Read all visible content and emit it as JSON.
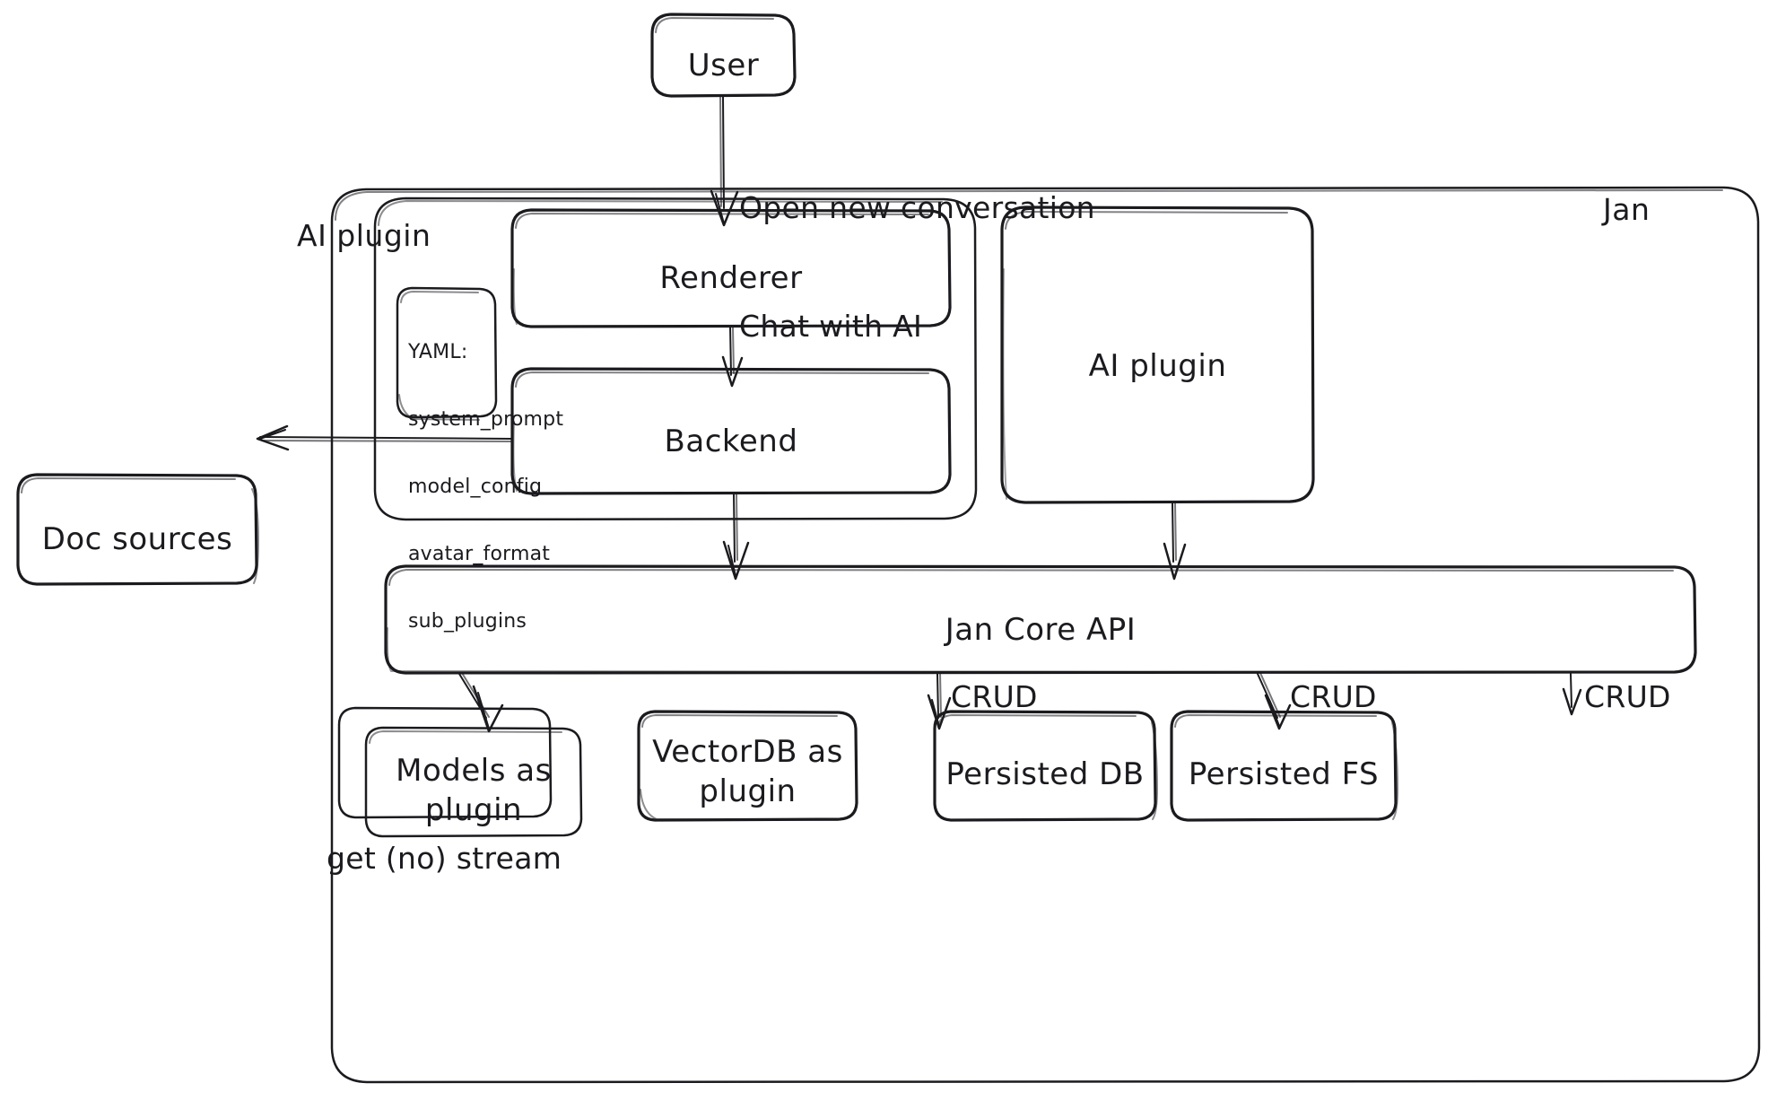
{
  "diagram": {
    "type": "architecture-flowchart",
    "style": "hand-drawn",
    "stroke_color": "#1b1b1f",
    "background_color": "#ffffff"
  },
  "groups": {
    "outer": {
      "label": "Jan"
    },
    "ai_plugin_group": {
      "label": "AI plugin"
    }
  },
  "nodes": {
    "user": {
      "label": "User"
    },
    "renderer": {
      "label": "Renderer"
    },
    "backend": {
      "label": "Backend"
    },
    "yaml": {
      "lines": [
        "YAML:",
        "system_prompt",
        "model_config",
        "avatar_format",
        "sub_plugins"
      ]
    },
    "doc_sources": {
      "label": "Doc sources"
    },
    "ai_plugin_box": {
      "label": "AI plugin"
    },
    "jan_core_api": {
      "label": "Jan Core API"
    },
    "models_plugin": {
      "label_line1": "Models as",
      "label_line2": "plugin"
    },
    "vectordb_plugin": {
      "label_line1": "VectorDB as",
      "label_line2": "plugin"
    },
    "persisted_db": {
      "label": "Persisted DB"
    },
    "persisted_fs": {
      "label": "Persisted FS"
    }
  },
  "edges": {
    "user_to_renderer": {
      "line1": "Open new conversation",
      "line2": "Chat with AI"
    },
    "renderer_to_backend": {
      "label": ""
    },
    "backend_to_doc_sources": {
      "label": ""
    },
    "backend_to_core": {
      "label": ""
    },
    "ai_plugin_to_core": {
      "label": ""
    },
    "core_to_models": {
      "label": "get (no) stream"
    },
    "core_to_vectordb": {
      "label": "CRUD"
    },
    "core_to_persisted_db": {
      "label": "CRUD"
    },
    "core_to_persisted_fs": {
      "label": "CRUD"
    }
  }
}
